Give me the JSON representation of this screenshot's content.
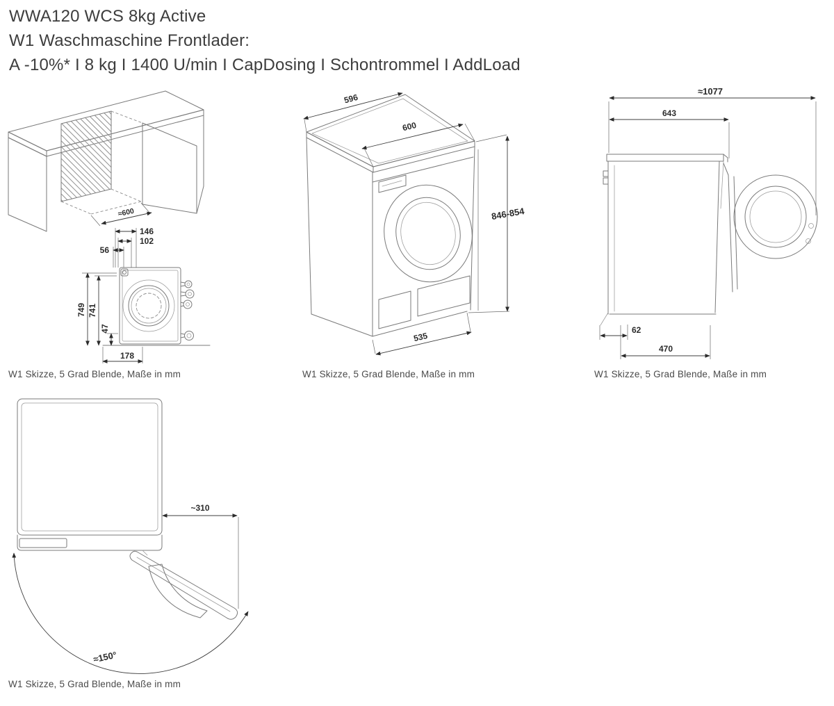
{
  "header": {
    "line1": "WWA120 WCS 8kg Active",
    "line2": "W1 Waschmaschine Frontlader:",
    "line3": "A -10%* I 8 kg I 1400 U/min I CapDosing I Schontrommel I AddLoad"
  },
  "caption": "W1 Skizze, 5 Grad Blende, Maße in mm",
  "colors": {
    "background": "#ffffff",
    "drawing_line": "#7a7a7a",
    "dimension_line": "#3c3c3c",
    "text": "#3d3d3d"
  },
  "sketches": {
    "built_under": {
      "title": "built-under niche isometric with rear view",
      "dims": {
        "niche_width": "≈600",
        "cord_offset": "146",
        "inlet_offset": "102",
        "drain_offset": "56",
        "height_max": "749",
        "height_min": "741",
        "drain_height": "47",
        "drain_depth": "178"
      }
    },
    "front_view": {
      "title": "front isometric view",
      "dims": {
        "housing_width": "596",
        "width": "600",
        "height": "846-854",
        "feet_distance": "535"
      }
    },
    "side_view": {
      "title": "side view with open door",
      "dims": {
        "depth_door_open": "≈1077",
        "depth": "643",
        "rear_foot_offset": "62",
        "feet_distance": "470"
      }
    },
    "top_view": {
      "title": "top view with door swing",
      "dims": {
        "door_projection": "~310",
        "door_angle": "≈150°"
      }
    }
  }
}
